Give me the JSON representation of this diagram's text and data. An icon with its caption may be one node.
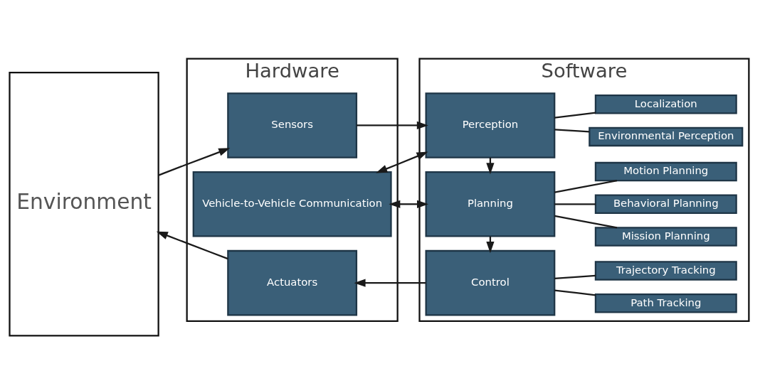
{
  "diagram": {
    "nodes": [
      {
        "text": [
          "Environment"
        ]
      },
      {
        "text": [
          "Hardware"
        ]
      },
      {
        "text": [
          "Sensors"
        ],
        "in": 1
      },
      {
        "text": [
          "Vehicle-to-Vehicle Communication"
        ],
        "in": 1
      },
      {
        "text": [
          "Actuators"
        ],
        "in": 1
      },
      {
        "text": [
          "Software"
        ]
      },
      {
        "text": [
          "Perception"
        ],
        "in": 5
      },
      {
        "text": [
          "Planning"
        ],
        "in": 5
      },
      {
        "text": [
          "Control"
        ],
        "in": 5
      },
      {
        "text": [
          "Environmental Perception"
        ],
        "in": 5
      },
      {
        "text": [
          "Localization"
        ],
        "in": 5
      },
      {
        "text": [
          "Mission Planning"
        ],
        "in": 5
      },
      {
        "text": [
          "Behavioral Planning"
        ],
        "in": 5
      },
      {
        "text": [
          "Motion Planning"
        ],
        "in": 5
      },
      {
        "text": [
          "Path Tracking"
        ],
        "in": 5
      },
      {
        "text": [
          "Trajectory Tracking"
        ],
        "in": 5
      }
    ],
    "edges": [
      {
        "from": 0,
        "to": 2,
        "arrow": "to"
      },
      {
        "from": 2,
        "to": 6,
        "arrow": "to"
      },
      {
        "from": 3,
        "to": 6,
        "arrow": "both"
      },
      {
        "from": 3,
        "to": 7,
        "arrow": "both"
      },
      {
        "from": 6,
        "to": 7,
        "arrow": "to"
      },
      {
        "from": 7,
        "to": 8,
        "arrow": "to"
      },
      {
        "from": 8,
        "to": 4,
        "arrow": "to"
      },
      {
        "from": 4,
        "to": 0,
        "arrow": "to"
      },
      {
        "from": 6,
        "to": 9,
        "arrow": "none"
      },
      {
        "from": 6,
        "to": 10,
        "arrow": "none"
      },
      {
        "from": 7,
        "to": 11,
        "arrow": "none"
      },
      {
        "from": 7,
        "to": 12,
        "arrow": "none"
      },
      {
        "from": 7,
        "to": 13,
        "arrow": "none"
      },
      {
        "from": 8,
        "to": 14,
        "arrow": "none"
      },
      {
        "from": 8,
        "to": 15,
        "arrow": "none"
      }
    ]
  }
}
